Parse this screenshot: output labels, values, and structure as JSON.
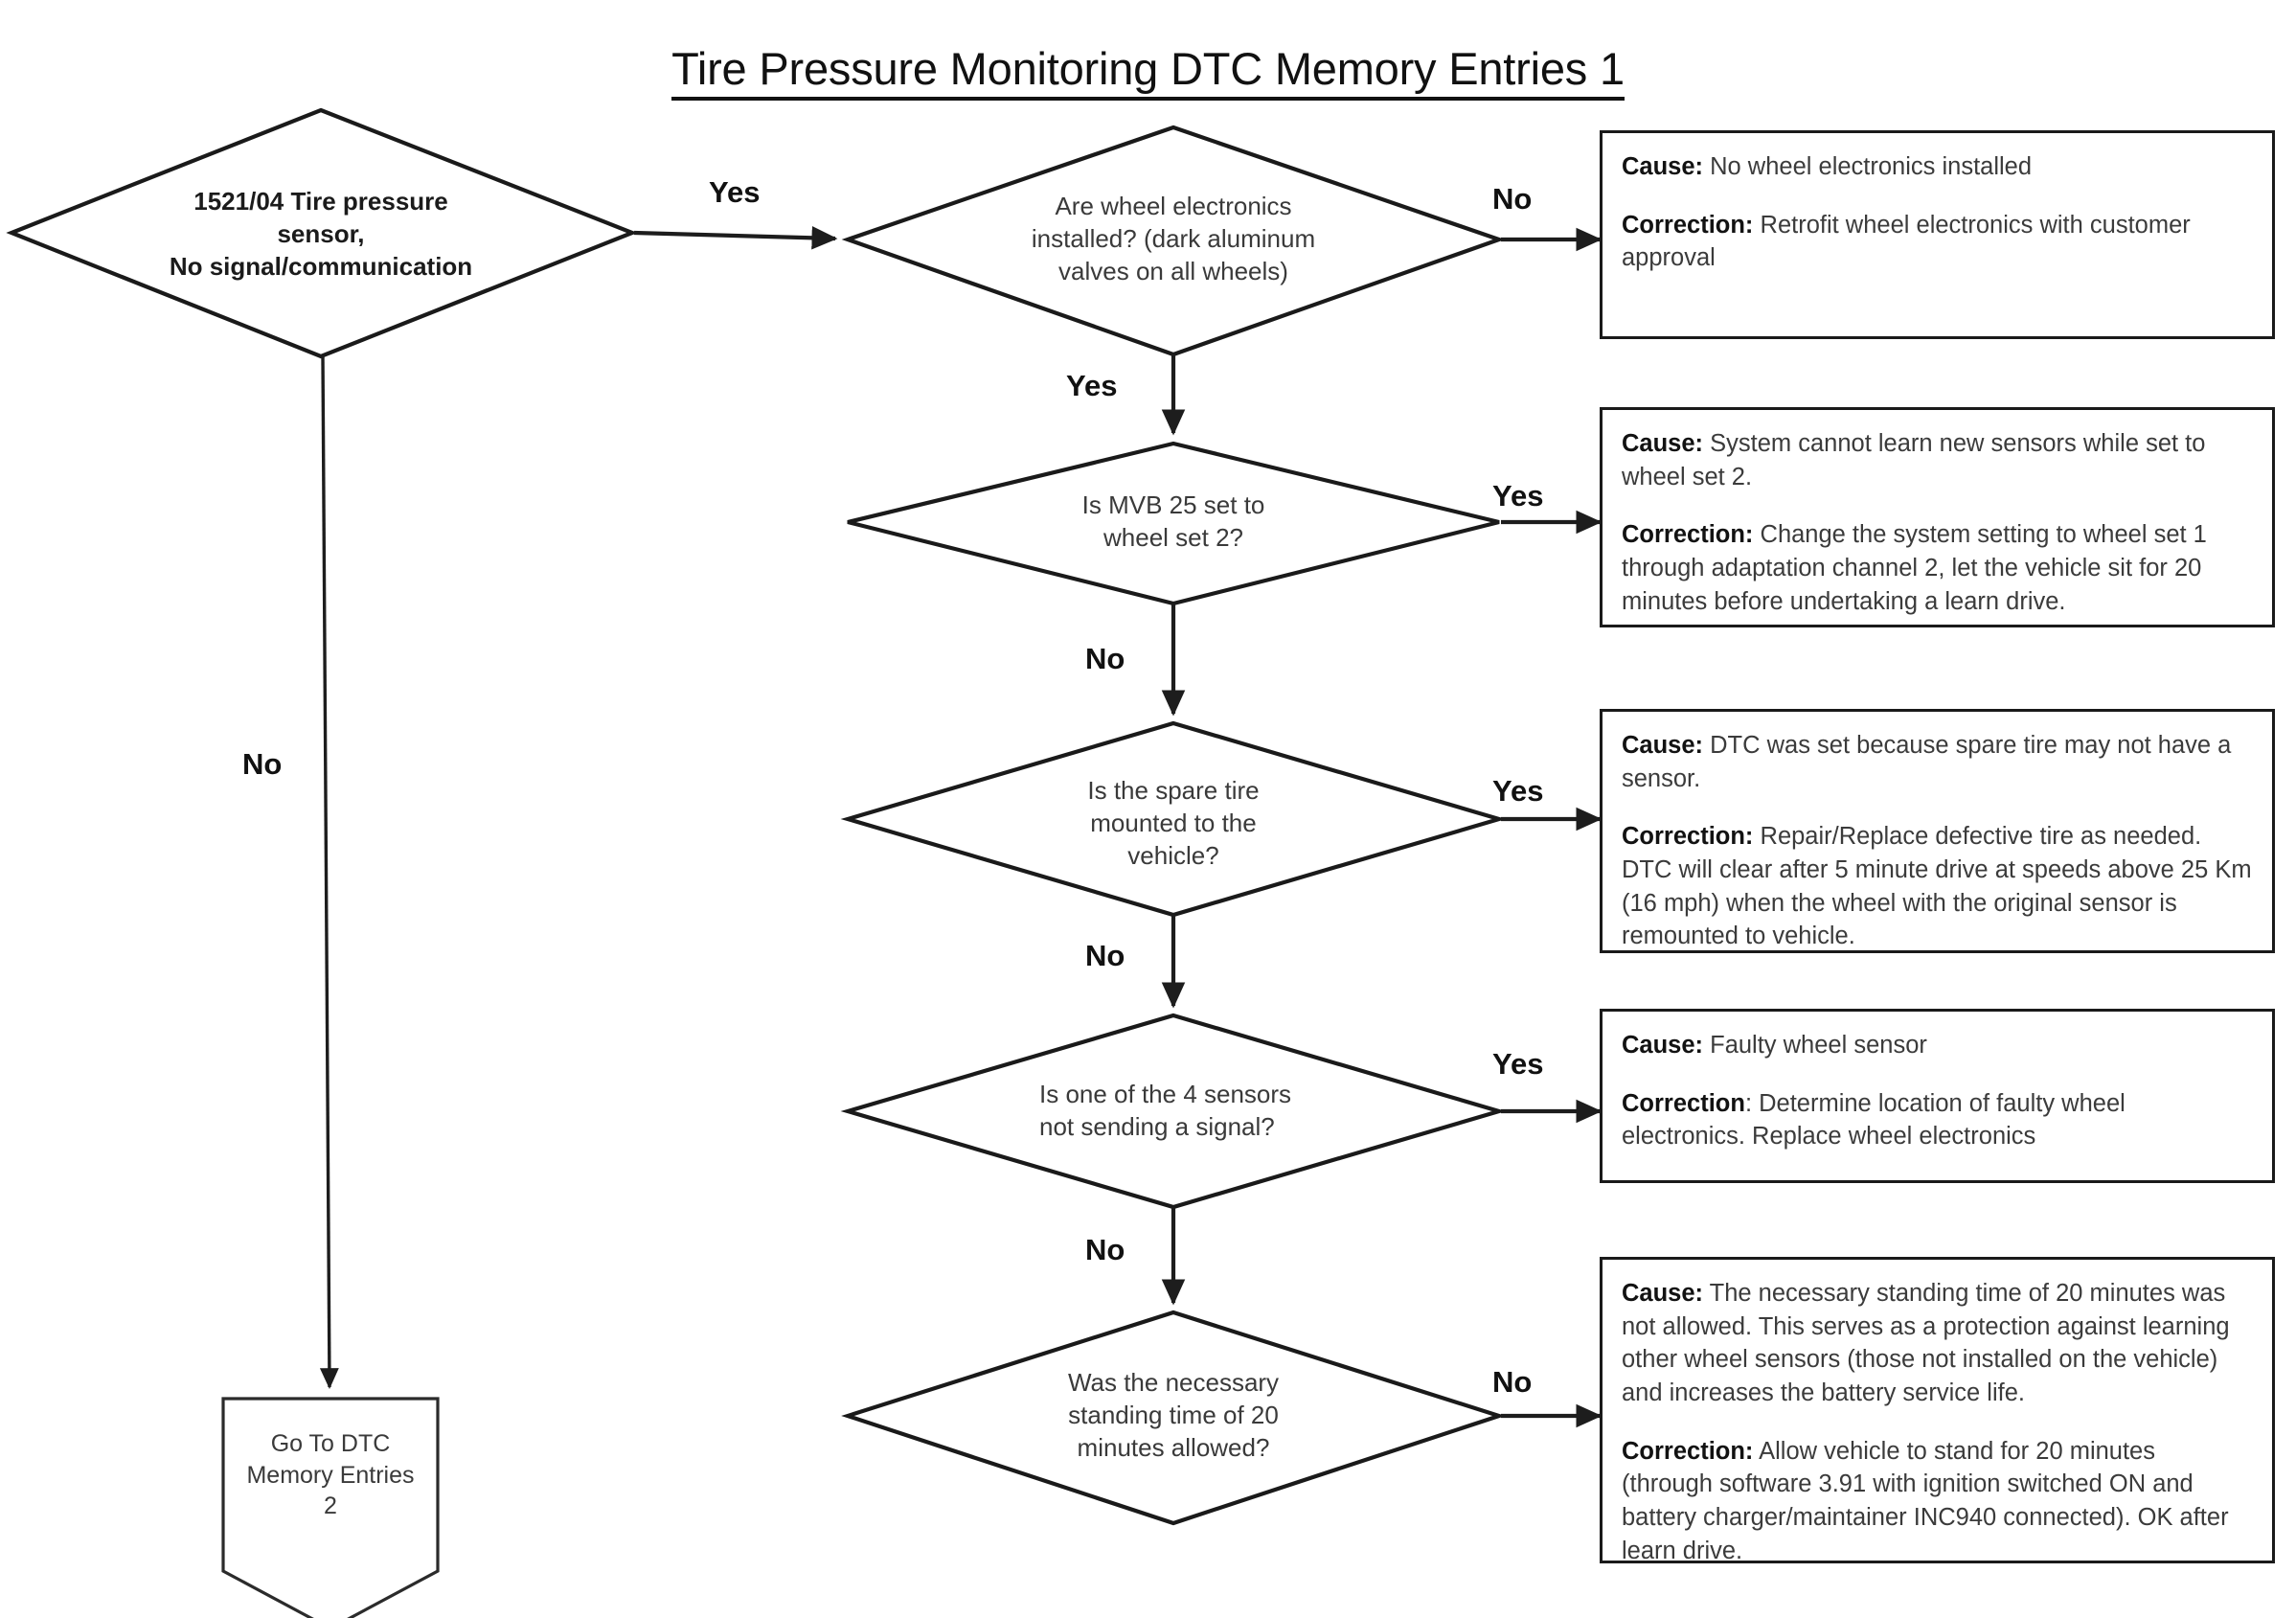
{
  "title": "Tire Pressure Monitoring DTC Memory Entries 1",
  "nodes": {
    "start": {
      "shape": "diamond",
      "line1": "1521/04 Tire pressure",
      "line2": "sensor,",
      "line3": "No signal/communication"
    },
    "d1": {
      "shape": "diamond",
      "line1": "Are wheel electronics",
      "line2": "installed? (dark aluminum",
      "line3": "valves on all wheels)"
    },
    "d2": {
      "shape": "diamond",
      "line1": "Is MVB 25 set to",
      "line2": "wheel set 2?"
    },
    "d3": {
      "shape": "diamond",
      "line1": "Is the spare tire",
      "line2": "mounted to the",
      "line3": "vehicle?"
    },
    "d4": {
      "shape": "diamond",
      "line1": "Is one of the 4 sensors",
      "line2": "not sending a signal?"
    },
    "d5": {
      "shape": "diamond",
      "line1": "Was the necessary",
      "line2": "standing time of 20",
      "line3": "minutes allowed?"
    },
    "goto": {
      "shape": "pentagon-banner",
      "line1": "Go To DTC",
      "line2": "Memory Entries",
      "line3": "2"
    }
  },
  "result_boxes": [
    {
      "id": "box1",
      "cause_label": "Cause:",
      "cause_text": " No wheel electronics installed",
      "correction_label": "Correction:",
      "correction_text": " Retrofit wheel electronics with customer approval"
    },
    {
      "id": "box2",
      "cause_label": "Cause:",
      "cause_text": " System cannot learn new sensors while set to wheel set 2.",
      "correction_label": "Correction:",
      "correction_text": " Change the system setting to wheel set 1 through adaptation channel 2, let the vehicle sit for 20 minutes before undertaking a learn drive."
    },
    {
      "id": "box3",
      "cause_label": "Cause:",
      "cause_text": " DTC was set because spare tire may not have a sensor.",
      "correction_label": "Correction:",
      "correction_text": " Repair/Replace defective tire as needed. DTC will clear after 5 minute drive at speeds above 25 Km (16 mph) when the wheel with the original sensor is remounted to vehicle."
    },
    {
      "id": "box4",
      "cause_label": "Cause:",
      "cause_text": " Faulty wheel sensor",
      "correction_label": "Correction",
      "correction_text": ": Determine location of faulty wheel electronics. Replace wheel electronics"
    },
    {
      "id": "box5",
      "cause_label": "Cause:",
      "cause_text": " The necessary standing time of 20 minutes was not allowed. This serves as a protection against learning other wheel sensors (those not installed on the vehicle) and increases the battery service life.",
      "correction_label": "Correction:",
      "correction_text": " Allow vehicle to stand for 20 minutes (through software 3.91 with ignition switched ON and battery charger/maintainer INC940 connected). OK after learn drive."
    }
  ],
  "edges": {
    "start_yes": "Yes",
    "start_no": "No",
    "d1_no": "No",
    "d1_yes": "Yes",
    "d2_yes": "Yes",
    "d2_no": "No",
    "d3_yes": "Yes",
    "d3_no": "No",
    "d4_yes": "Yes",
    "d4_no": "No",
    "d5_no": "No"
  },
  "colors": {
    "stroke": "#1a1a1a",
    "text": "#3a3a3a",
    "bold_text": "#121212",
    "background": "#ffffff"
  }
}
